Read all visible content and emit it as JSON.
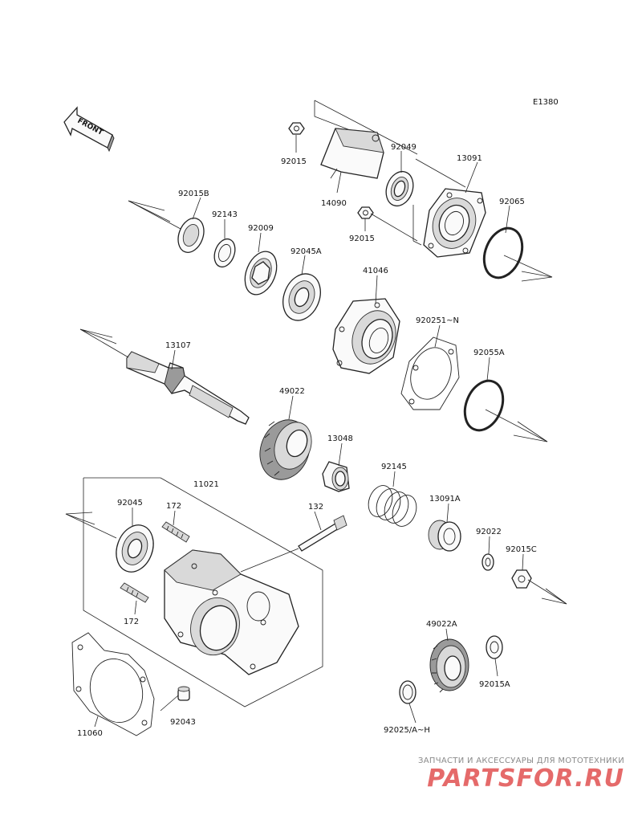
{
  "diagram_code": "E1380",
  "front_label": "FRONT",
  "parts": {
    "p92015_top": "92015",
    "p92049": "92049",
    "p13091": "13091",
    "p14090": "14090",
    "p92015_mid": "92015",
    "p92065": "92065",
    "p92015B": "92015B",
    "p92143": "92143",
    "p92009": "92009",
    "p92045A": "92045A",
    "p41046": "41046",
    "p920251N": "920251~N",
    "p13107": "13107",
    "p92055A": "92055A",
    "p49022": "49022",
    "p13048": "13048",
    "p92145": "92145",
    "p11021": "11021",
    "p13091A": "13091A",
    "p92045": "92045",
    "p172_top": "172",
    "p132": "132",
    "p92022": "92022",
    "p92015C": "92015C",
    "p172_bot": "172",
    "p49022A": "49022A",
    "p92015A": "92015A",
    "p11060": "11060",
    "p92043": "92043",
    "p92025AH": "92025/A~H"
  },
  "watermark": {
    "caption": "ЗАПЧАСТИ И АКСЕССУАРЫ ДЛЯ МОТОТЕХНИКИ",
    "logo": "PARTSFOR.RU"
  }
}
